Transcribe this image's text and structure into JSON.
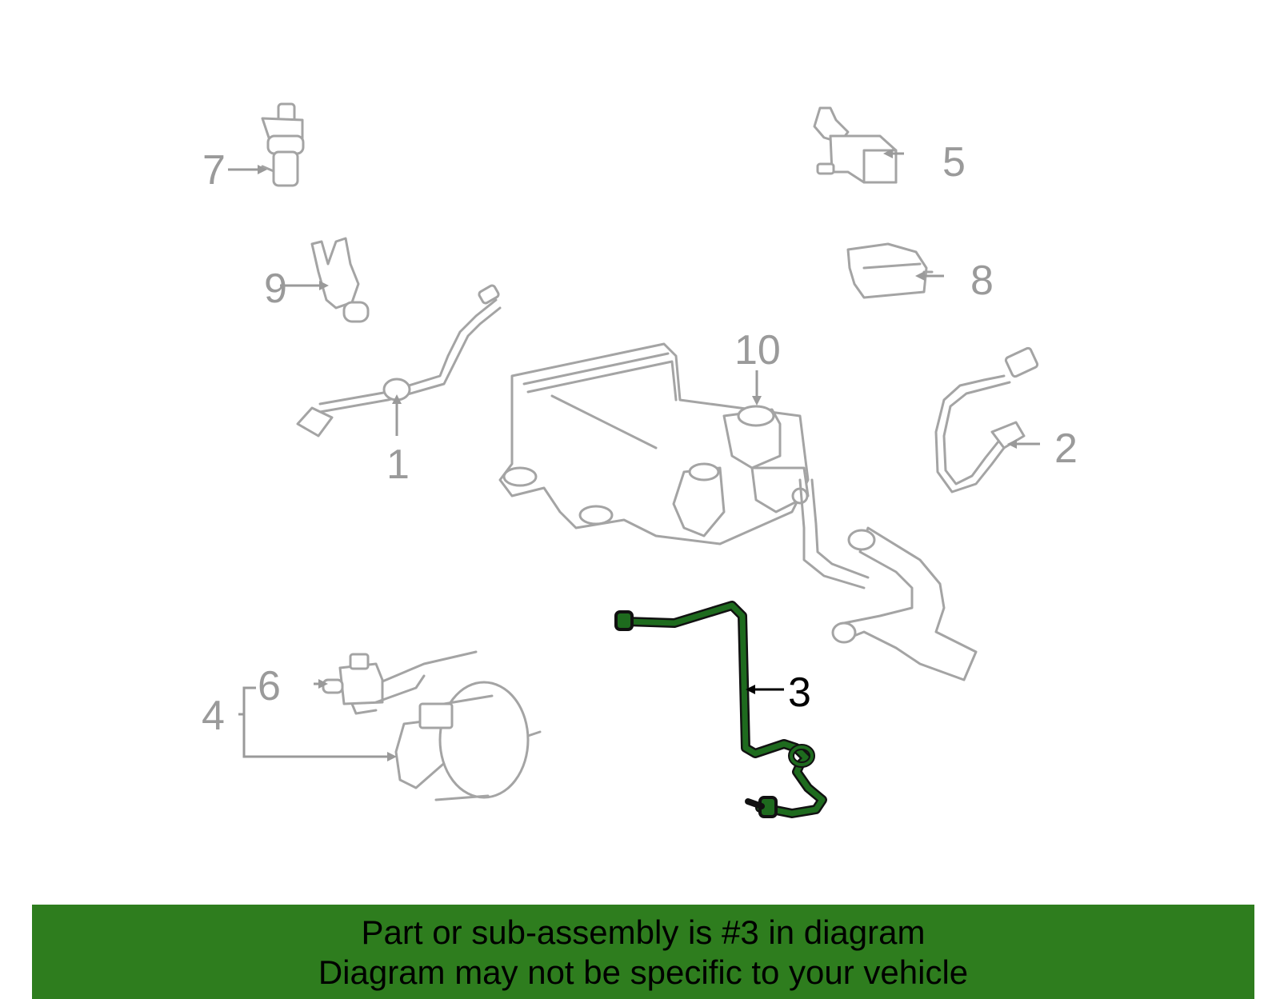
{
  "colors": {
    "highlight": "#2e7d1e",
    "part_outline": "#a4a4a4",
    "banner_background": "#2e7d1e",
    "banner_text": "#000000"
  },
  "callouts": [
    {
      "id": "1",
      "label": "1"
    },
    {
      "id": "2",
      "label": "2"
    },
    {
      "id": "3",
      "label": "3",
      "highlighted": true
    },
    {
      "id": "4",
      "label": "4"
    },
    {
      "id": "5",
      "label": "5"
    },
    {
      "id": "6",
      "label": "6"
    },
    {
      "id": "7",
      "label": "7"
    },
    {
      "id": "8",
      "label": "8"
    },
    {
      "id": "9",
      "label": "9"
    },
    {
      "id": "10",
      "label": "10"
    }
  ],
  "banner": {
    "line1": "Part or sub-assembly is #3 in diagram",
    "line2": "Diagram may not be specific to your vehicle"
  }
}
